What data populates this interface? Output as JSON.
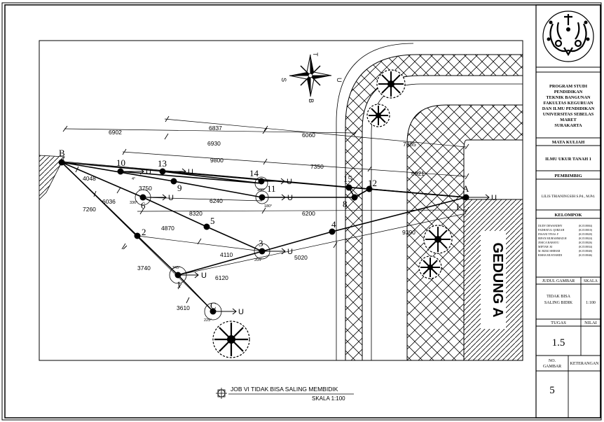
{
  "drawing": {
    "north_arrow": {
      "n": "T",
      "s": "B",
      "e": "U",
      "w": "S"
    },
    "building_label": "GEDUNG A",
    "east_marker": "U",
    "points": [
      {
        "label": "B"
      },
      {
        "label": "10"
      },
      {
        "label": "13"
      },
      {
        "label": "9"
      },
      {
        "label": "6"
      },
      {
        "label": "2"
      },
      {
        "label": "1"
      },
      {
        "label": "C"
      },
      {
        "label": "5"
      },
      {
        "label": "3"
      },
      {
        "label": "4"
      },
      {
        "label": "14"
      },
      {
        "label": "11"
      },
      {
        "label": "15"
      },
      {
        "label": "12"
      },
      {
        "label": "8"
      },
      {
        "label": "A"
      },
      {
        "label": "I"
      }
    ],
    "distances": [
      "6902",
      "6837",
      "6060",
      "6930",
      "7885",
      "9800",
      "7350",
      "6921",
      "4048",
      "3750",
      "6036",
      "6240",
      "8320",
      "6200",
      "7260",
      "4870",
      "4110",
      "5020",
      "9390",
      "3740",
      "6120",
      "3610"
    ],
    "angles": [
      "4°",
      "188°",
      "180°",
      "336°",
      "204°",
      "345°",
      "225°"
    ]
  },
  "title_block": {
    "program": [
      "PROGRAM STUDI",
      "PENDIDIKAN",
      "TEKNIK BANGUNAN",
      "FAKULTAS KEGURUAN",
      "DAN ILMU PENDIDIKAN",
      "UNIVERSITAS SEBELAS",
      "MARET",
      "SURAKARTA"
    ],
    "course_header": "MATA KULIAH",
    "course": "ILMU UKUR TANAH 1",
    "advisor_header": "PEMBIMBIG",
    "advisor": "LILIS TRIANINGSIH S.Pd., M.Pd.",
    "group_header": "KELOMPOK",
    "members": [
      {
        "name": "DUDY DEWANDHY",
        "nim": "(K1518004)"
      },
      {
        "name": "FADHATUL QORZAH",
        "nim": "(K1518010)"
      },
      {
        "name": "INSANI TIYAS .F",
        "nim": "(K1518020)"
      },
      {
        "name": "IRFAN MUHAMMAD.H",
        "nim": "(K1518024)"
      },
      {
        "name": "JESICA RAHAYU",
        "nim": "(K1518026)"
      },
      {
        "name": "MIFTAH .M",
        "nim": "(K1518034)"
      },
      {
        "name": "M. RIZKI SHIHAB",
        "nim": "(K1518040)"
      },
      {
        "name": "RISHA MUSTAHIDI",
        "nim": "(K1518046)"
      }
    ],
    "title_header": "JUDUL GAMBAR",
    "scale_header": "SKALA",
    "drawing_title": [
      "TIDAK BISA",
      "SALING BIDIK"
    ],
    "scale": "1:100",
    "task_header": "TUGAS",
    "score_header": "NILAI",
    "task_value": "1.5",
    "number_header": [
      "NO.",
      "GAMBAR"
    ],
    "remark_header": "KETERANGAN",
    "number_value": "5"
  },
  "caption": {
    "title": "JOB VI TIDAK BISA SALING MEMBIDIK",
    "scale": "SKALA 1:100"
  }
}
